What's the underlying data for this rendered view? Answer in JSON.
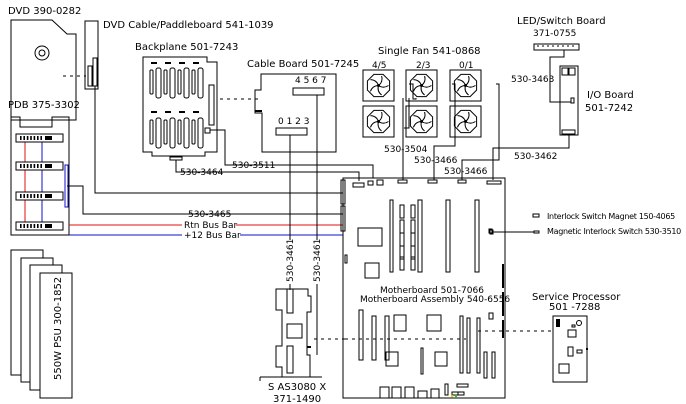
{
  "title": "System component connection diagram",
  "colors": {
    "rtn_bus": "#e01010",
    "plus12_bus": "#1010c8",
    "line": "#000000"
  },
  "components": {
    "dvd": "DVD 390-0282",
    "dvd_cable": "DVD  Cable/Paddleboard 541-1039",
    "backplane": "Backplane  501-7243",
    "cable_board": "Cable  Board 501-7245",
    "cable_board_port_a": "4 5 6 7",
    "cable_board_port_b": "0 1 2 3",
    "single_fan": "Single  Fan 541-0868",
    "fan_groups": [
      "4/5",
      "2/3",
      "0/1"
    ],
    "led_switch_board": "LED/Switch  Board",
    "led_switch_board_pn": "371-0755",
    "io_board": "I/O Board",
    "io_board_pn": "501-7242",
    "pdb": "PDB 375-3302",
    "psu": "550W  PSU  300-1852",
    "motherboard": "Motherboard 501-7066",
    "motherboard_assembly": "Motherboard Assembly 540-6556",
    "interlock_magnet": "Interlock Switch Magnet 150-4065",
    "interlock_switch": "Magnetic Interlock Switch 530-3510",
    "service_processor": "Service Processor",
    "service_processor_pn": "501 -7288",
    "sas_card": "S AS3080 X",
    "sas_card_pn": "371-1490"
  },
  "cables": {
    "c3463": "530-3463",
    "c3462": "530-3462",
    "c3504": "530-3504",
    "c3466a": "530-3466",
    "c3466b": "530-3466",
    "c3511": "530-3511",
    "c3464": "530-3464",
    "c3465": "530-3465",
    "rtn_bus": "Rtn Bus Bar",
    "plus12_bus": "+12 Bus Bar",
    "c3461a": "530-3461",
    "c3461b": "530-3461"
  }
}
